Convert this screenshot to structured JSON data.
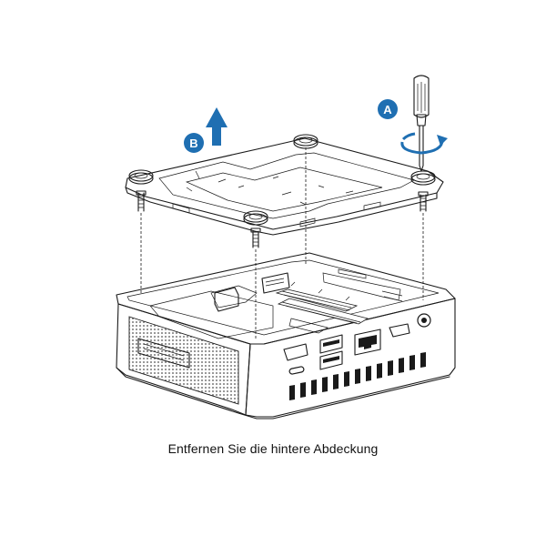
{
  "caption": "Entfernen Sie die hintere Abdeckung",
  "steps": [
    {
      "label": "A",
      "icon": "screwdriver-icon"
    },
    {
      "label": "B",
      "icon": "arrow-up-icon"
    }
  ],
  "colors": {
    "accent": "#1f6fb2",
    "line": "#1a1a1a",
    "fill_light": "#f4f4f4",
    "mesh": "#8a8a8a"
  }
}
